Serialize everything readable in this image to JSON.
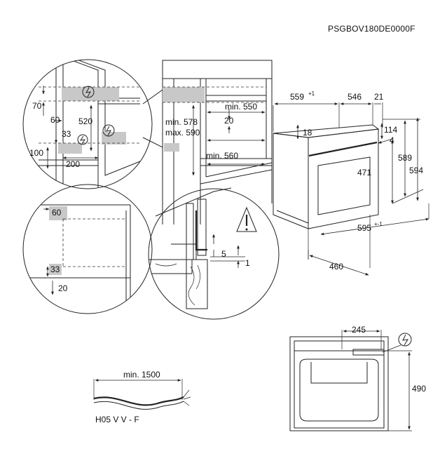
{
  "document_code": "PSGBOV180DE0000F",
  "niche_detail": {
    "dimensions": [
      "70",
      "60",
      "520",
      "33",
      "100",
      "200"
    ]
  },
  "cabinet": {
    "dimensions": [
      "min. 550",
      "20",
      "min. 578",
      "max. 590",
      "min. 560"
    ]
  },
  "oven": {
    "dimensions": [
      "559",
      "+1",
      "546",
      "21",
      "18",
      "114",
      "4",
      "471",
      "589",
      "594",
      "595",
      "+-1",
      "460"
    ]
  },
  "corner_detail": {
    "dimensions": [
      "60",
      "33",
      "20"
    ]
  },
  "mounting_detail": {
    "dimensions": [
      "5",
      "1"
    ]
  },
  "cable": {
    "length_label": "min. 1500",
    "type_label": "H05 V V - F"
  },
  "rear_view": {
    "dimensions": [
      "245",
      "490"
    ]
  },
  "icons": {
    "electric": "electric-connection-icon",
    "warning": "warning-icon"
  }
}
